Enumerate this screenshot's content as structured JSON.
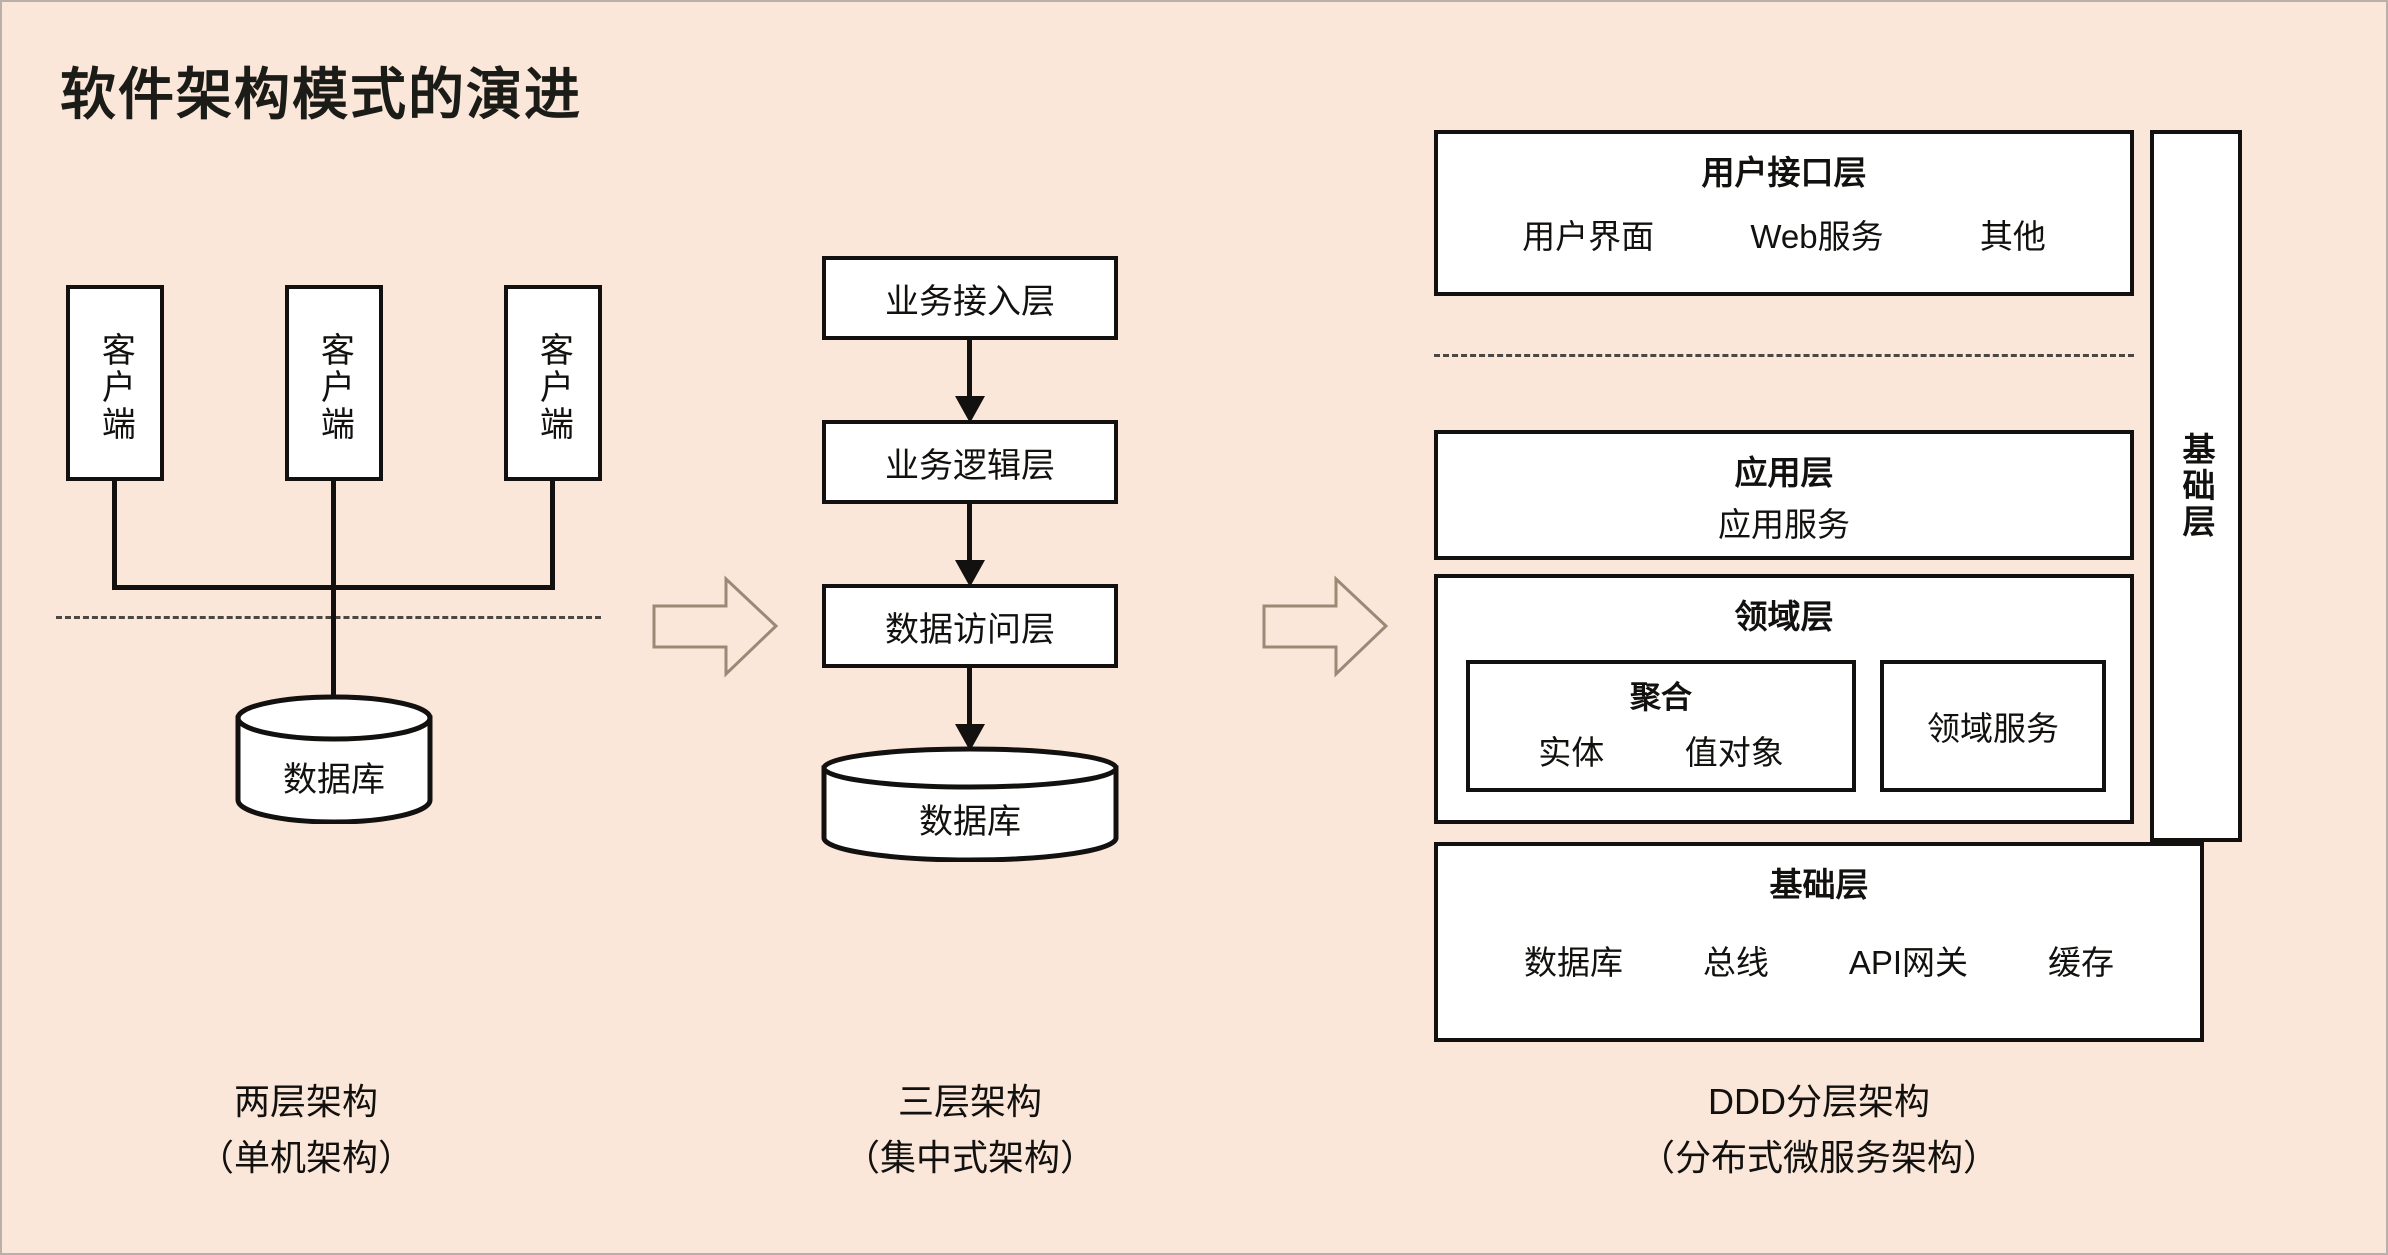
{
  "page": {
    "title": "软件架构模式的演进",
    "background_color": "#fae7d9",
    "line_color": "#12110f"
  },
  "two_tier": {
    "clients": [
      {
        "label": "客户端"
      },
      {
        "label": "客户端"
      },
      {
        "label": "客户端"
      }
    ],
    "database": {
      "label": "数据库"
    },
    "caption_primary": "两层架构",
    "caption_secondary": "（单机架构）"
  },
  "three_tier": {
    "layers": [
      {
        "label": "业务接入层"
      },
      {
        "label": "业务逻辑层"
      },
      {
        "label": "数据访问层"
      }
    ],
    "database": {
      "label": "数据库"
    },
    "caption_primary": "三层架构",
    "caption_secondary": "（集中式架构）"
  },
  "ddd": {
    "user_interface_layer": {
      "title": "用户接口层",
      "items": [
        "用户界面",
        "Web服务",
        "其他"
      ]
    },
    "application_layer": {
      "title": "应用层",
      "items": [
        "应用服务"
      ]
    },
    "domain_layer": {
      "title": "领域层",
      "aggregate": {
        "title": "聚合",
        "items": [
          "实体",
          "值对象"
        ]
      },
      "domain_service": {
        "label": "领域服务"
      }
    },
    "infrastructure_layer": {
      "title": "基础层",
      "items": [
        "数据库",
        "总线",
        "API网关",
        "缓存"
      ]
    },
    "infrastructure_sidebar": {
      "label": "基础层"
    },
    "caption_primary": "DDD分层架构",
    "caption_secondary": "（分布式微服务架构）"
  },
  "transitions": [
    {
      "name": "arrow-two-tier-to-three-tier"
    },
    {
      "name": "arrow-three-tier-to-ddd"
    }
  ]
}
